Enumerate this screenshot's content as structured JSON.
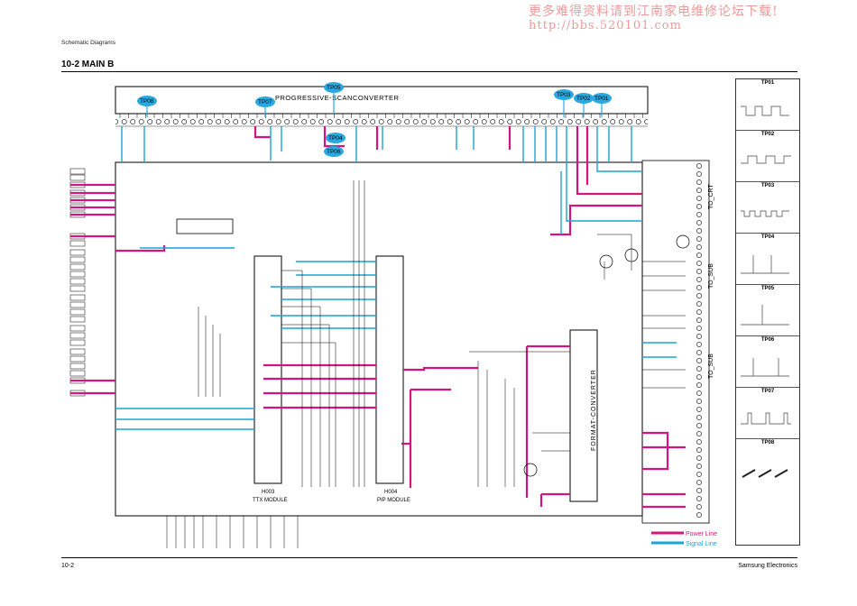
{
  "watermark": {
    "line1": "更多难得资料请到江南家电维修论坛下载!",
    "line2": "http://bbs.520101.com"
  },
  "page": {
    "header": "Schematic Diagrams",
    "title": "10-2 MAIN B",
    "footer_left": "10-2",
    "footer_right": "Samsung Electronics"
  },
  "modules": {
    "progressive": "PROGRESSIVE-SCANCONVERTER",
    "ttx": "TTX MODULE",
    "ttx_ref": "H003",
    "pip": "PIP MODULE",
    "pip_ref": "H004",
    "format": "FORMAT-CONVERTER",
    "to_crt": "TO_CRT",
    "to_sub1": "TO_SUB",
    "to_sub2": "TO_SUB"
  },
  "test_points": [
    "TP01",
    "TP02",
    "TP03",
    "TP04",
    "TP05",
    "TP06",
    "TP07",
    "TP08"
  ],
  "legend": {
    "power": "Power Line",
    "signal": "Signal Line"
  },
  "colors": {
    "power": "#d4157f",
    "signal": "#1aa3d9",
    "tp_badge": "#29a9e1",
    "watermark": "#ef9a9a"
  }
}
